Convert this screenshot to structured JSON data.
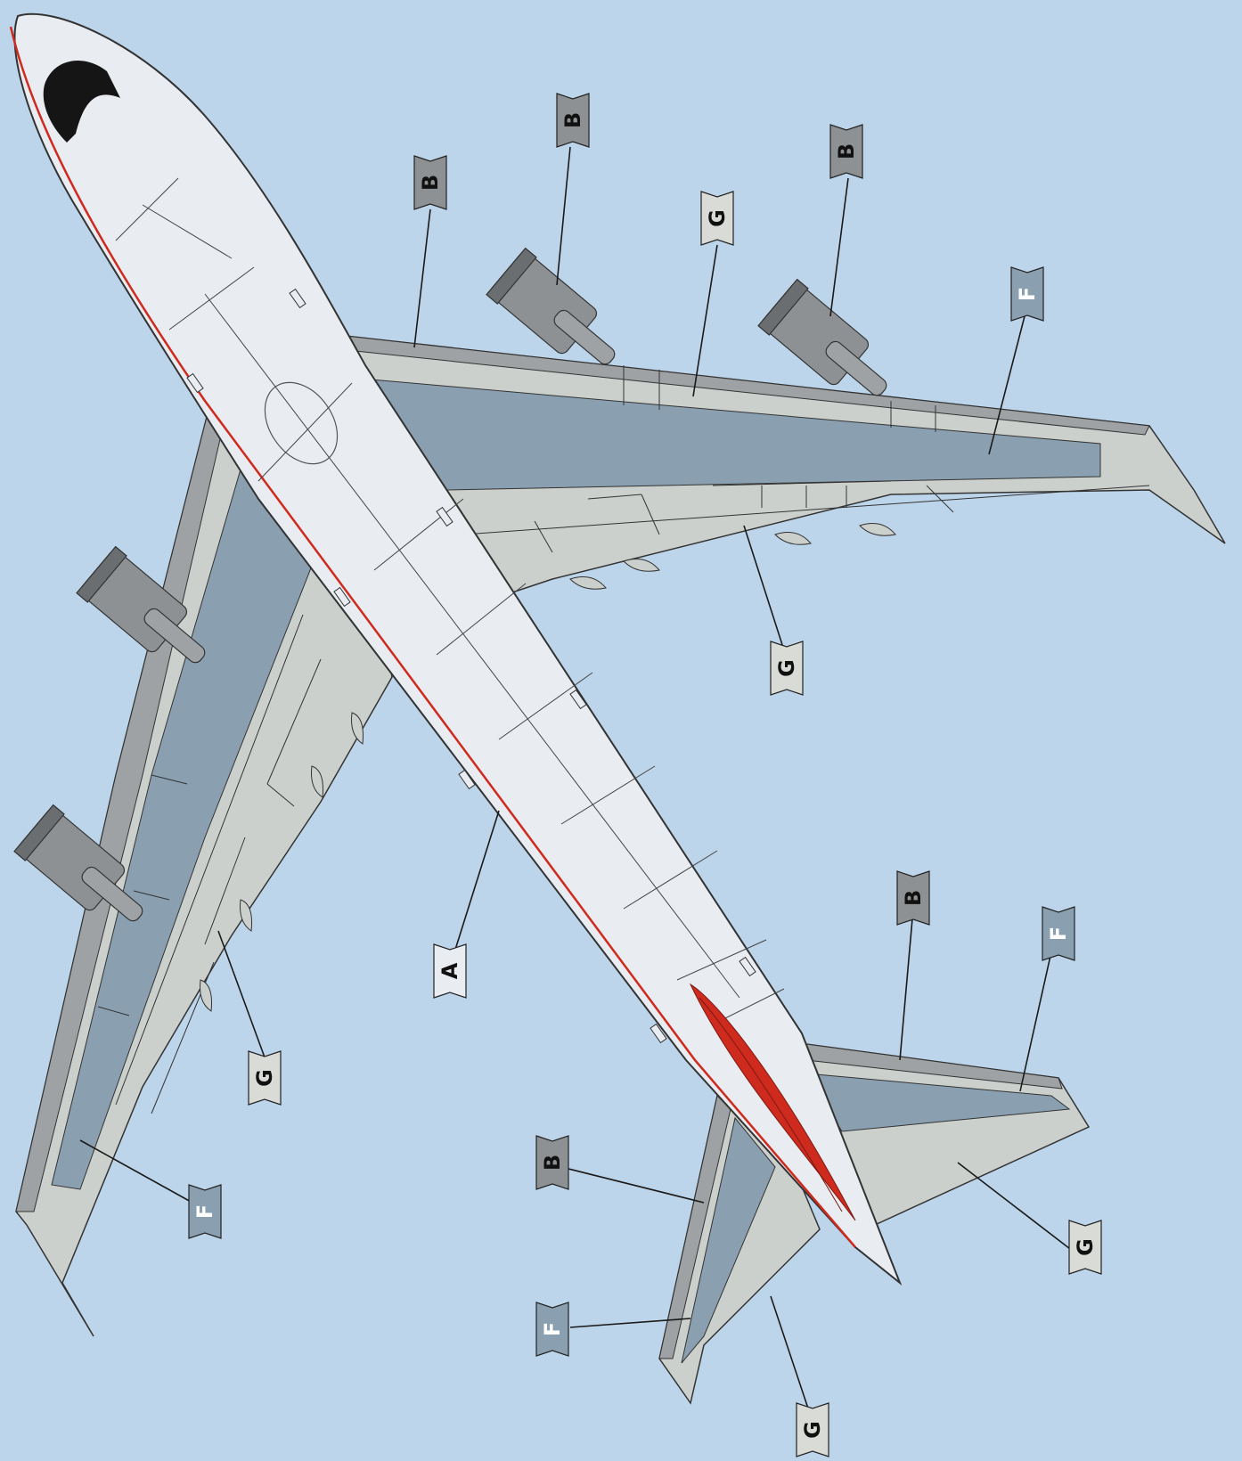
{
  "diagram": {
    "subject": "aircraft-top-view-paint-guide",
    "colors": {
      "background": "#bdd5ea",
      "fuselage": "#e9ecf1",
      "wing_light": "#ccd0cc",
      "wing_panel_blue": "#8aa0b1",
      "leading_edge_dark": "#9ea2a5",
      "engine": "#8e9193",
      "accent_red": "#cf2a1e",
      "cockpit_black": "#151515"
    },
    "callouts": [
      {
        "label": "A",
        "color": "#e9ecf1",
        "text_color": "#111111"
      },
      {
        "label": "B",
        "color": "#8e9193",
        "text_color": "#111111"
      },
      {
        "label": "F",
        "color": "#8aa0b1",
        "text_color": "#ffffff"
      },
      {
        "label": "G",
        "color": "#d8dbd6",
        "text_color": "#111111"
      }
    ]
  }
}
